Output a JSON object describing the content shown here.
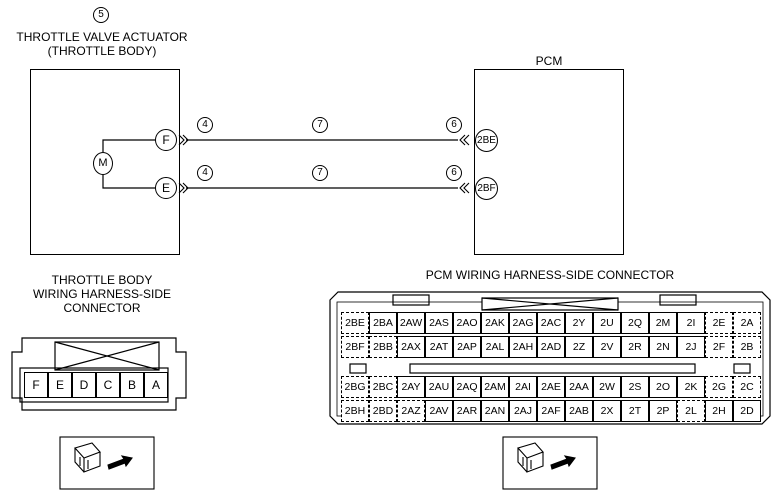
{
  "actuator": {
    "number": "5",
    "title_line1": "THROTTLE VALVE ACTUATOR",
    "title_line2": "(THROTTLE BODY)",
    "motor_label": "M",
    "pins": [
      "F",
      "E"
    ]
  },
  "pcm": {
    "title": "PCM",
    "pins": [
      "2BE",
      "2BF"
    ]
  },
  "wires": [
    {
      "left_marker": "4",
      "middle_marker": "7",
      "right_marker": "6"
    },
    {
      "left_marker": "4",
      "middle_marker": "7",
      "right_marker": "6"
    }
  ],
  "throttle_connector": {
    "title_line1": "THROTTLE BODY",
    "title_line2": "WIRING HARNESS-SIDE",
    "title_line3": "CONNECTOR",
    "terminals": [
      "F",
      "E",
      "D",
      "C",
      "B",
      "A"
    ]
  },
  "pcm_connector": {
    "title": "PCM WIRING HARNESS-SIDE CONNECTOR",
    "rows": [
      [
        "2BE",
        "2BA",
        "2AW",
        "2AS",
        "2AO",
        "2AK",
        "2AG",
        "2AC",
        "2Y",
        "2U",
        "2Q",
        "2M",
        "2I",
        "2E",
        "2A"
      ],
      [
        "2BF",
        "2BB",
        "2AX",
        "2AT",
        "2AP",
        "2AL",
        "2AH",
        "2AD",
        "2Z",
        "2V",
        "2R",
        "2N",
        "2J",
        "2F",
        "2B"
      ],
      [
        "2BG",
        "2BC",
        "2AY",
        "2AU",
        "2AQ",
        "2AM",
        "2AI",
        "2AE",
        "2AA",
        "2W",
        "2S",
        "2O",
        "2K",
        "2G",
        "2C"
      ],
      [
        "2BH",
        "2BD",
        "2AZ",
        "2AV",
        "2AR",
        "2AN",
        "2AJ",
        "2AF",
        "2AB",
        "2X",
        "2T",
        "2P",
        "2L",
        "2H",
        "2D"
      ]
    ]
  },
  "icons": [
    "connector-view-icon",
    "connector-view-icon"
  ]
}
